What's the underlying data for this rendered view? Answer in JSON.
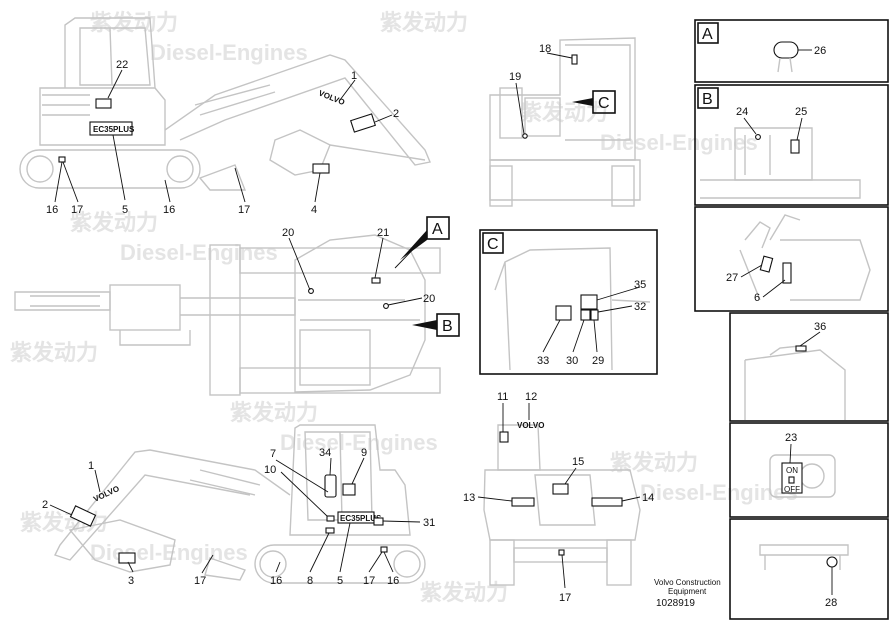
{
  "watermark": [
    "紫发动力",
    "Diesel-Engines"
  ],
  "footer": {
    "maker_line1": "Volvo Construction",
    "maker_line2": "Equipment",
    "drawing_ref": "1028919"
  },
  "brand_texts": {
    "volvo": "VOLVO",
    "model": "EC35PLUS"
  },
  "detail_panels": [
    "A",
    "B",
    "C"
  ],
  "callout_labels": [
    "A",
    "B",
    "C"
  ],
  "switch": {
    "on": "ON",
    "off": "OFF"
  },
  "callouts": [
    "1",
    "2",
    "3",
    "4",
    "5",
    "6",
    "7",
    "8",
    "9",
    "10",
    "11",
    "12",
    "13",
    "14",
    "15",
    "16",
    "17",
    "18",
    "19",
    "20",
    "21",
    "22",
    "23",
    "24",
    "25",
    "26",
    "27",
    "28",
    "29",
    "30",
    "31",
    "32",
    "33",
    "34",
    "35",
    "36"
  ]
}
